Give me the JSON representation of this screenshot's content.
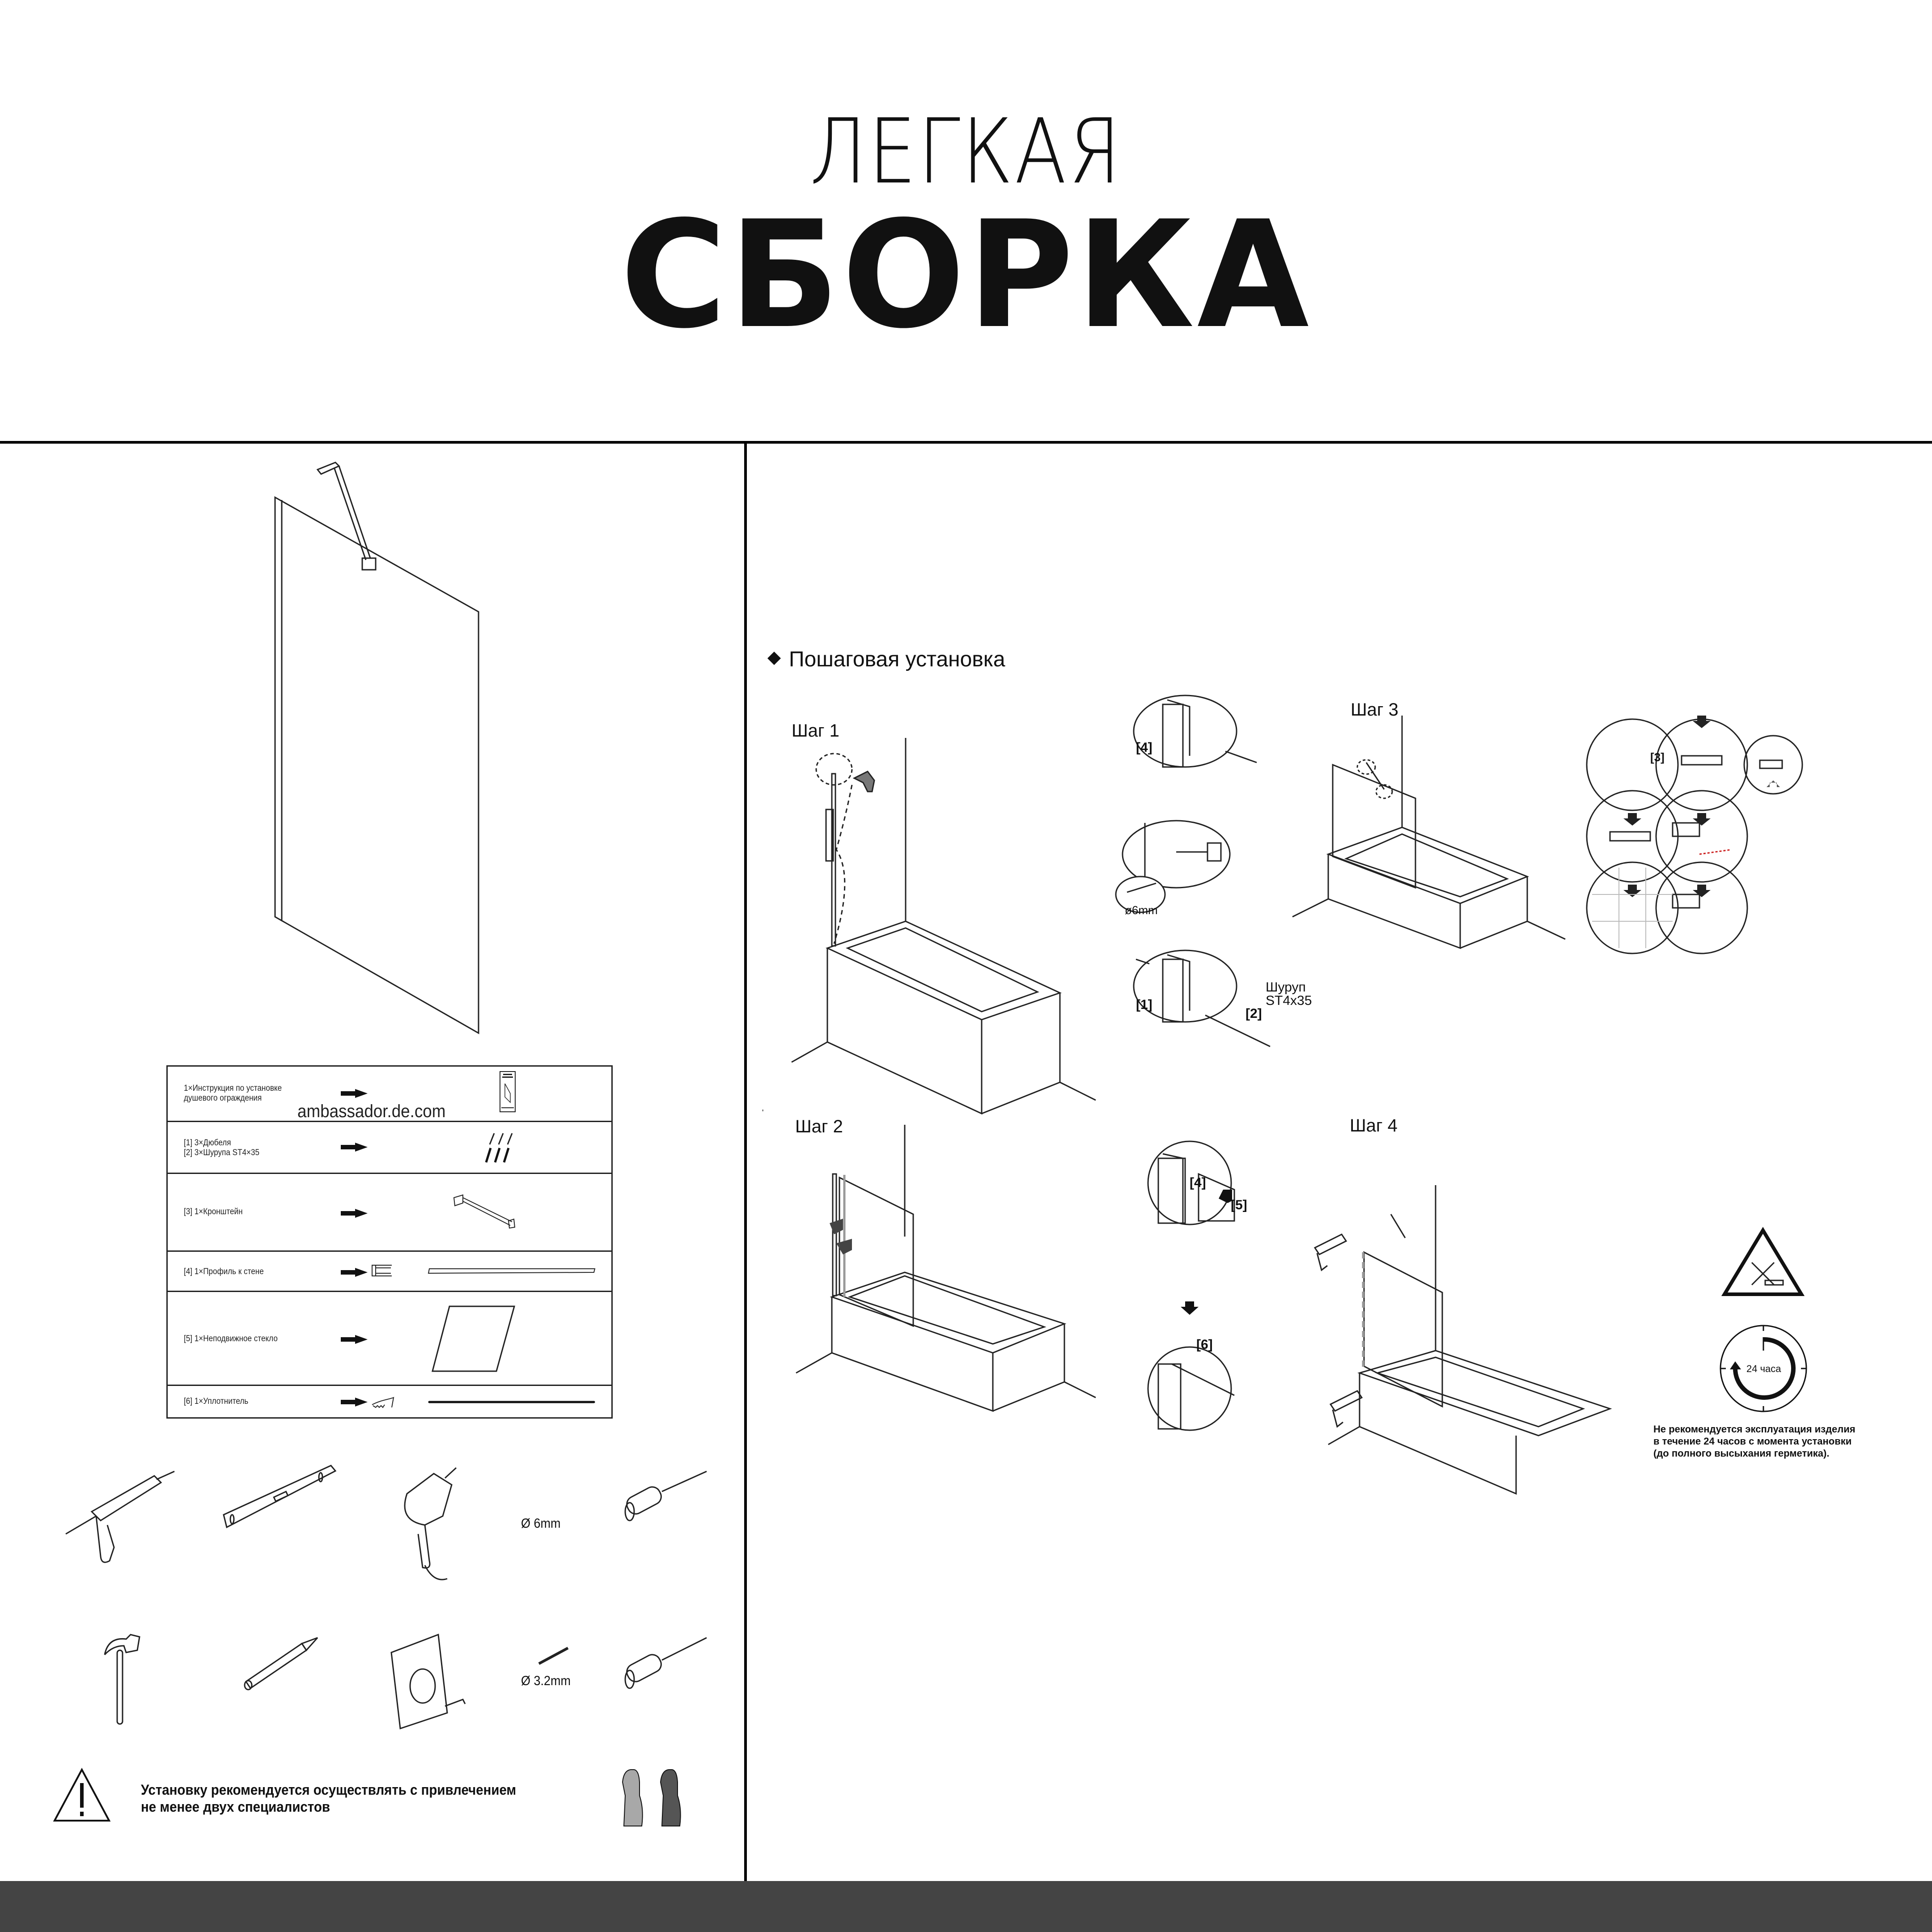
{
  "header": {
    "title_line1": "ЛЕГКАЯ",
    "title_line2": "СБОРКА"
  },
  "parts_list": {
    "watermark": "ambassador.de.com",
    "rows": [
      {
        "label_line1": "1×Инструкция по установке",
        "label_line2": "душевого ограждения",
        "icon": "manual-icon"
      },
      {
        "label_line1": "[1] 3×Дюбеля",
        "label_line2": "[2] 3×Шурупа ST4×35",
        "icon": "dowels-screws-icon"
      },
      {
        "label_line1": "[3] 1×Кронштейн",
        "label_line2": "",
        "icon": "bracket-icon"
      },
      {
        "label_line1": "[4] 1×Профиль к стене",
        "label_line2": "",
        "icon": "wall-profile-icon"
      },
      {
        "label_line1": "[5] 1×Неподвижное стекло",
        "label_line2": "",
        "icon": "fixed-glass-icon"
      },
      {
        "label_line1": "[6] 1×Уплотнитель",
        "label_line2": "",
        "icon": "seal-icon"
      }
    ]
  },
  "tools": {
    "items": [
      "sealant-gun",
      "spirit-level",
      "power-drill",
      "drill-bit-6mm",
      "screwdriver-flat",
      "hammer",
      "pencil",
      "tape-measure",
      "drill-bit-3-2mm",
      "screwdriver-phillips"
    ],
    "dim_6mm": "Ø 6mm",
    "dim_3_2mm": "Ø 3.2mm"
  },
  "warning": {
    "line1": "Установку рекомендуется осуществлять с привлечением",
    "line2": "не менее двух специалистов"
  },
  "installation": {
    "heading": "Пошаговая установка",
    "steps": [
      {
        "label": "Шаг 1"
      },
      {
        "label": "Шаг 2"
      },
      {
        "label": "Шаг 3"
      },
      {
        "label": "Шаг 4"
      }
    ],
    "step1_details": {
      "callout_4": "[4]",
      "drill_dim": "ø6mm",
      "callout_1": "[1]",
      "callout_2": "[2]",
      "screw_line1": "Шуруп",
      "screw_line2": "ST4x35"
    },
    "step3_details": {
      "callout_3": "[3]"
    },
    "step4_details": {
      "callout_4": "[4]",
      "callout_5": "[5]",
      "callout_6": "[6]"
    },
    "stray_mark": "'"
  },
  "cure_notice": {
    "clock_label": "24 часа",
    "line1": "Не рекомендуется эксплуатация изделия",
    "line2": "в течение 24 часов с момента установки",
    "line3": "(до полного высыхания герметика)."
  },
  "colors": {
    "footer": "#444444",
    "lines": "#000000",
    "accent_red": "#d42020"
  }
}
